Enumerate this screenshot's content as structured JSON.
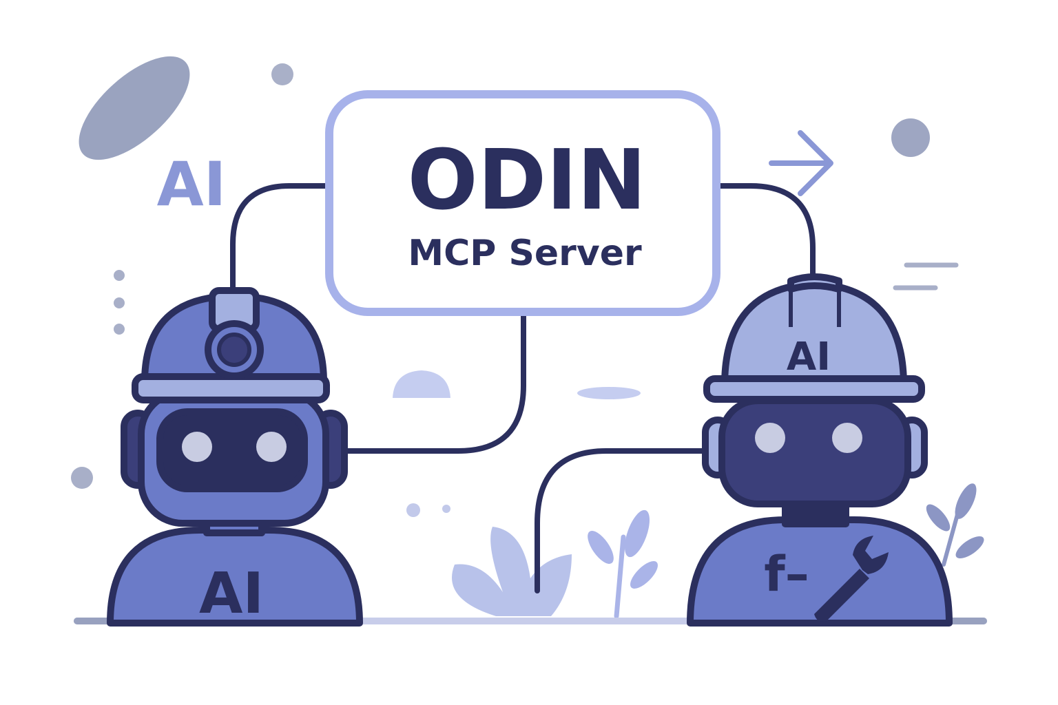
{
  "server": {
    "title": "ODIN",
    "subtitle": "MCP Server"
  },
  "decor": {
    "floating_label": "AI"
  },
  "robot_left": {
    "body_label": "AI"
  },
  "robot_right": {
    "helmet_label": "AI",
    "body_label": "f–"
  },
  "colors": {
    "ink": "#2b2f5e",
    "accent": "#6b7bc8",
    "accent_light": "#aab4e8",
    "muted": "#98a1bf",
    "helmet_right": "#a3b0e0",
    "face_dark": "#3b3f7a",
    "eye": "#c8cce2"
  }
}
